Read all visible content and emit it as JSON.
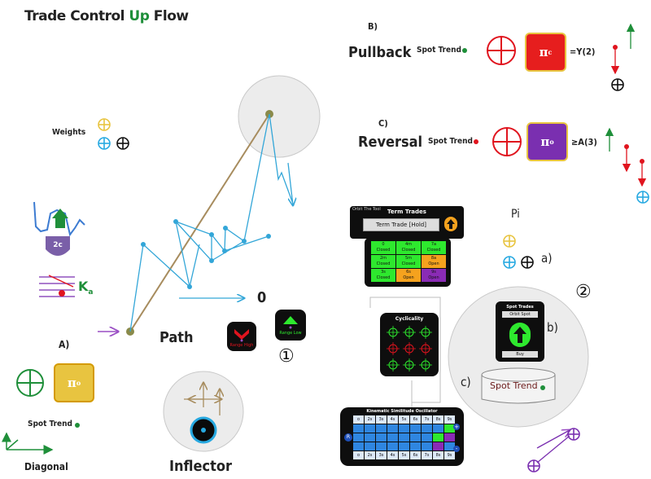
{
  "title": {
    "part1": "Trade Control ",
    "up": "Up",
    "part2": " Flow"
  },
  "weights_label": "Weights",
  "pullback": {
    "letter": "B)",
    "label": "Pullback",
    "spot_trend": "Spot Trend",
    "pi_main": "π",
    "pi_sub": "c",
    "formula": "=Y(2)"
  },
  "reversal": {
    "letter": "C)",
    "label": "Reversal",
    "spot_trend": "Spot Trend",
    "pi_main": "π",
    "pi_sub": "o",
    "formula": "≥A(3)"
  },
  "section_a": {
    "letter": "A)",
    "spot_trend": "Spot Trend",
    "pi_main": "π",
    "pi_sub": "o"
  },
  "k_label": "K",
  "k_sub": "a",
  "two_c": "2c",
  "path_label": "Path",
  "zero_label": "0",
  "range_high": "Range High",
  "range_low": "Range Low",
  "circle_one": "①",
  "diagonal_label": "Diagonal",
  "inflector_label": "Inflector",
  "term_trades": {
    "caption": "Orbit The Tool",
    "title": "Term Trades",
    "button": "Term Trade [Hold]"
  },
  "grid_cells": [
    {
      "text": "0\nClosed",
      "color": "#2ee82e"
    },
    {
      "text": "4m\nClosed",
      "color": "#2ee82e"
    },
    {
      "text": "7a\nClosed",
      "color": "#2ee82e"
    },
    {
      "text": "2m\nClosed",
      "color": "#2ee82e"
    },
    {
      "text": "5m\nClosed",
      "color": "#2ee82e"
    },
    {
      "text": "8a\nOpen",
      "color": "#f5a21e"
    },
    {
      "text": "3s\nClosed",
      "color": "#2ee82e"
    },
    {
      "text": "6s\nOpen",
      "color": "#f5a21e"
    },
    {
      "text": "9s\nOpen",
      "color": "#8a2bb5"
    }
  ],
  "cyclicality_label": "Cyclicality",
  "oscillator": {
    "title": "Kinematic Similitude Oscillator",
    "cols": [
      "o",
      "2s",
      "3s",
      "4s",
      "5s",
      "6s",
      "7s",
      "8s",
      "9s"
    ],
    "row_label": "R",
    "plus": "+",
    "minus": "-"
  },
  "pi_label": "Pi",
  "a_small": "a)",
  "circle_two": "②",
  "spot_trades": {
    "title": "Spot Trades",
    "orbit": "Orbit Spot",
    "buy": "Buy"
  },
  "b_small": "b)",
  "c_small": "c)",
  "spot_trend_db": "Spot Trend",
  "colors": {
    "green": "#1f8f3a",
    "red": "#e0141e",
    "blue": "#27a9e1",
    "purple": "#7a2fb0",
    "yellow": "#e8c440",
    "line": "#33a6d8"
  }
}
